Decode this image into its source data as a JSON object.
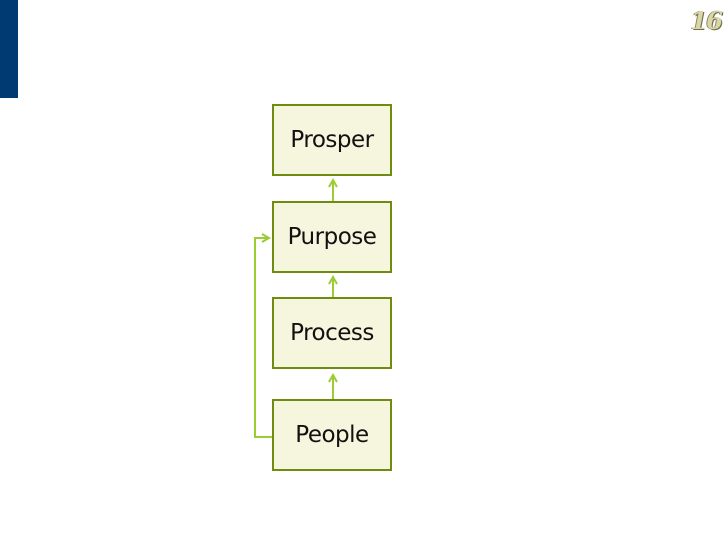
{
  "slide": {
    "number": "16"
  },
  "diagram": {
    "nodes": [
      {
        "id": "prosper",
        "label": "Prosper"
      },
      {
        "id": "purpose",
        "label": "Purpose"
      },
      {
        "id": "process",
        "label": "Process"
      },
      {
        "id": "people",
        "label": "People"
      }
    ],
    "edges": [
      {
        "from": "people",
        "to": "process"
      },
      {
        "from": "process",
        "to": "purpose"
      },
      {
        "from": "purpose",
        "to": "prosper"
      },
      {
        "from": "people",
        "to": "purpose",
        "route": "left-loop"
      }
    ]
  },
  "colors": {
    "box_border": "#6e8c10",
    "box_fill": "#f6f5de",
    "arrow": "#9acd32",
    "side_bar": "#003a72"
  }
}
